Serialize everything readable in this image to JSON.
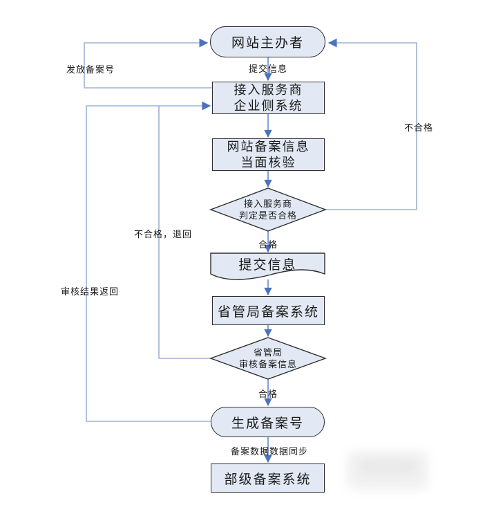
{
  "flowchart": {
    "nodes": {
      "organizer": {
        "label": "网站主办者"
      },
      "isp_system": {
        "line1": "接入服务商",
        "line2": "企业侧系统"
      },
      "onsite_verify": {
        "line1": "网站备案信息",
        "line2": "当面核验"
      },
      "isp_decision": {
        "line1": "接入服务商",
        "line2": "判定是否合格"
      },
      "submit_doc": {
        "label": "提交信息"
      },
      "provincial_system": {
        "label": "省管局备案系统"
      },
      "provincial_review": {
        "line1": "省管局",
        "line2": "审核备案信息"
      },
      "generate_number": {
        "label": "生成备案号"
      },
      "ministry_system": {
        "label": "部级备案系统"
      }
    },
    "edge_labels": {
      "submit_info": "提交信息",
      "qualified_1": "合格",
      "qualified_2": "合格",
      "unqualified_right": "不合格",
      "unqualified_return": "不合格，退回",
      "issue_number": "发放备案号",
      "review_result_return": "审核结果返回",
      "data_sync": "备案数据数据同步"
    }
  },
  "colors": {
    "shape_fill": "#e2e9f4",
    "shape_border": "#2e2e2e",
    "center_line": "#5578c1",
    "loop_line": "#9db3d2",
    "arrow": "#4a72bf",
    "text_color": "#1a1a1a"
  }
}
